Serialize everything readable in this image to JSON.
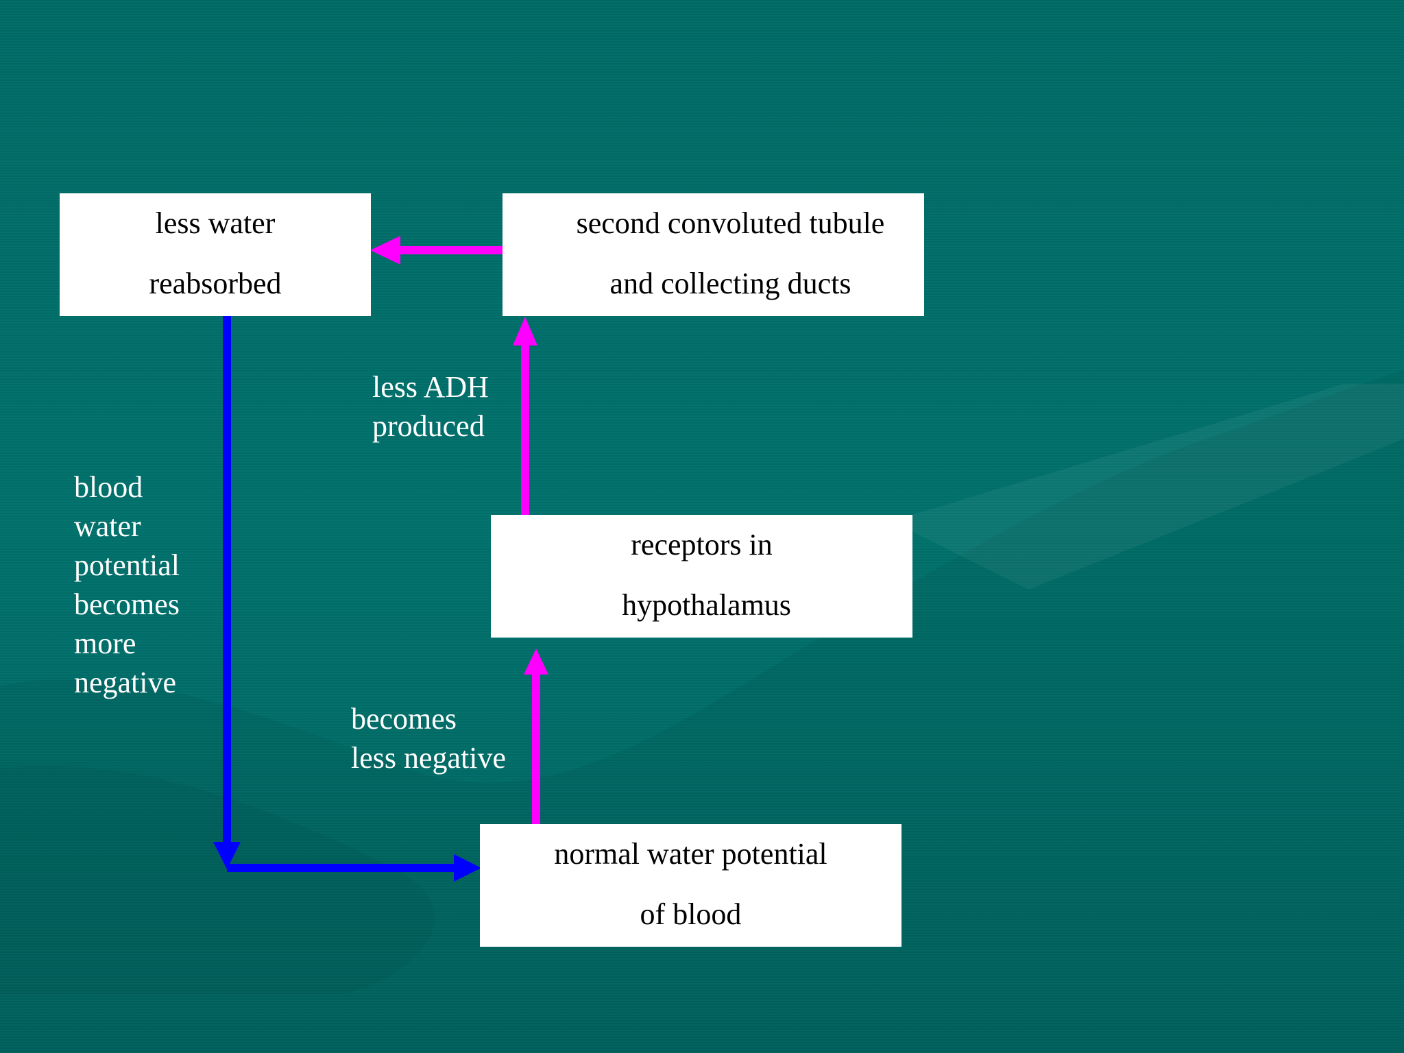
{
  "colors": {
    "background": "#006b66",
    "box_fill": "#ffffff",
    "box_text": "#000000",
    "label_text": "#ffffff",
    "arrow_blue": "#0000ff",
    "arrow_magenta": "#ff00ff"
  },
  "nodes": {
    "less_water_reabsorbed": {
      "line1": "less water",
      "line2": "reabsorbed"
    },
    "second_convoluted_tubule": {
      "line1": "second convoluted tubule",
      "line2": "and collecting ducts"
    },
    "receptors_hypothalamus": {
      "line1": "receptors in",
      "line2": "hypothalamus"
    },
    "normal_water_potential": {
      "line1": "normal water potential",
      "line2": "of blood"
    }
  },
  "edge_labels": {
    "less_adh_produced": [
      "less ADH",
      "produced"
    ],
    "blood_water_potential_more_negative": [
      "blood",
      "water",
      "potential",
      "becomes",
      "more",
      "negative"
    ],
    "becomes_less_negative": [
      "becomes",
      "less negative"
    ]
  },
  "edges": [
    {
      "from": "second_convoluted_tubule",
      "to": "less_water_reabsorbed",
      "color": "magenta"
    },
    {
      "from": "less_water_reabsorbed",
      "to": "normal_water_potential",
      "color": "blue",
      "label": "blood_water_potential_more_negative"
    },
    {
      "from": "normal_water_potential",
      "to": "receptors_hypothalamus",
      "color": "magenta",
      "label": "becomes_less_negative"
    },
    {
      "from": "receptors_hypothalamus",
      "to": "second_convoluted_tubule",
      "color": "magenta",
      "label": "less_adh_produced"
    }
  ]
}
